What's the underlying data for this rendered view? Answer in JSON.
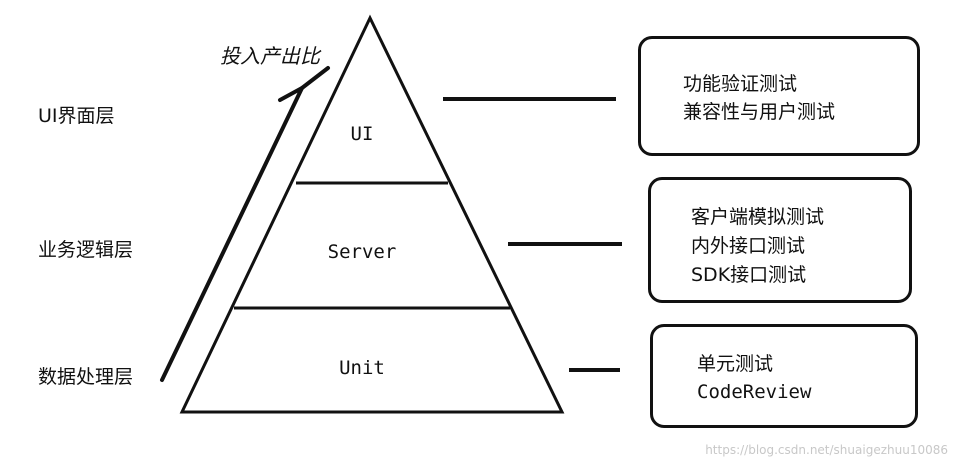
{
  "layers": [
    {
      "label": "UI界面层"
    },
    {
      "label": "业务逻辑层"
    },
    {
      "label": "数据处理层"
    }
  ],
  "pyramid": {
    "tiers": [
      "UI",
      "Server",
      "Unit"
    ]
  },
  "arrow_label": "投入产出比",
  "boxes": [
    {
      "lines": [
        "功能验证测试",
        "兼容性与用户测试"
      ]
    },
    {
      "lines": [
        "客户端模拟测试",
        "内外接口测试",
        "SDK接口测试"
      ]
    },
    {
      "lines": [
        "单元测试",
        "CodeReview"
      ]
    }
  ],
  "watermark": "https://blog.csdn.net/shuaigezhuu10086"
}
